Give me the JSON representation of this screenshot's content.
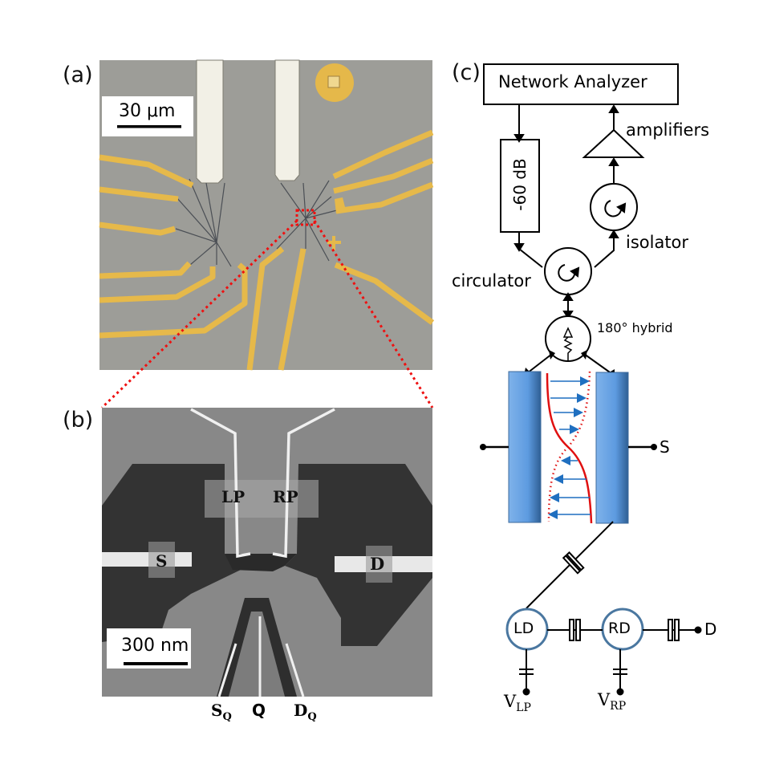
{
  "panels": {
    "a": {
      "label": "(a)",
      "scale_bar": "30 μm",
      "description": "optical micrograph of device with gold gate leads"
    },
    "b": {
      "label": "(b)",
      "scale_bar": "300 nm",
      "gate_labels": {
        "lp": "LP",
        "rp": "RP",
        "s": "S",
        "d": "D"
      },
      "bottom_labels": {
        "sq": "S",
        "sq_sub": "Q",
        "q": "Q",
        "dq": "D",
        "dq_sub": "Q"
      }
    },
    "c": {
      "label": "(c)",
      "network_analyzer": "Network Analyzer",
      "attenuator": "-60 dB",
      "amplifiers": "amplifiers",
      "isolator": "isolator",
      "circulator": "circulator",
      "hybrid": "180° hybrid",
      "resonator_port": "S",
      "left_dot": "LD",
      "right_dot": "RD",
      "drain": "D",
      "vlp": "V",
      "vlp_sub": "LP",
      "vrp": "V",
      "vrp_sub": "RP"
    }
  },
  "colors": {
    "gold": "#e6b94a",
    "substrate": "#9c9c96",
    "zoom_lines": "#ee1111",
    "resonator": "#5d9be0",
    "dot_ring": "#4a77a0",
    "field_arrows": "#1f6fc0",
    "mode": "#e01010"
  }
}
